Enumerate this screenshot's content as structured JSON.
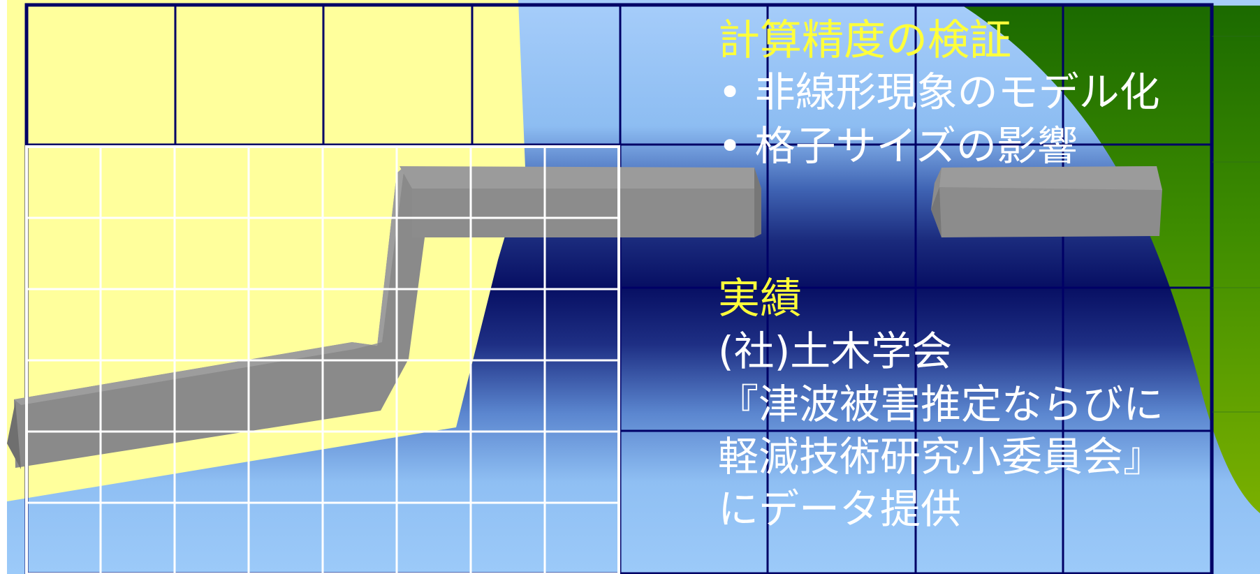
{
  "section1": {
    "title": "計算精度の検証",
    "bullets": [
      "• 非線形現象のモデル化",
      "• 格子サイズの影響"
    ]
  },
  "section2": {
    "title": "実績",
    "lines": [
      "(社)土木学会",
      "『津波被害推定ならびに",
      "軽減技術研究小委員会』",
      "にデータ提供"
    ]
  },
  "colors": {
    "heading": "#ffff3a",
    "body_text": "#ffffff",
    "land": "#ffff9c",
    "sea_deep": "#070f63",
    "sea_light": "#9ccaf9",
    "terrain_green": "#3f8d00",
    "breakwater": "#8a8a8a",
    "coarse_grid": "#000066",
    "fine_grid": "#ffffff"
  }
}
